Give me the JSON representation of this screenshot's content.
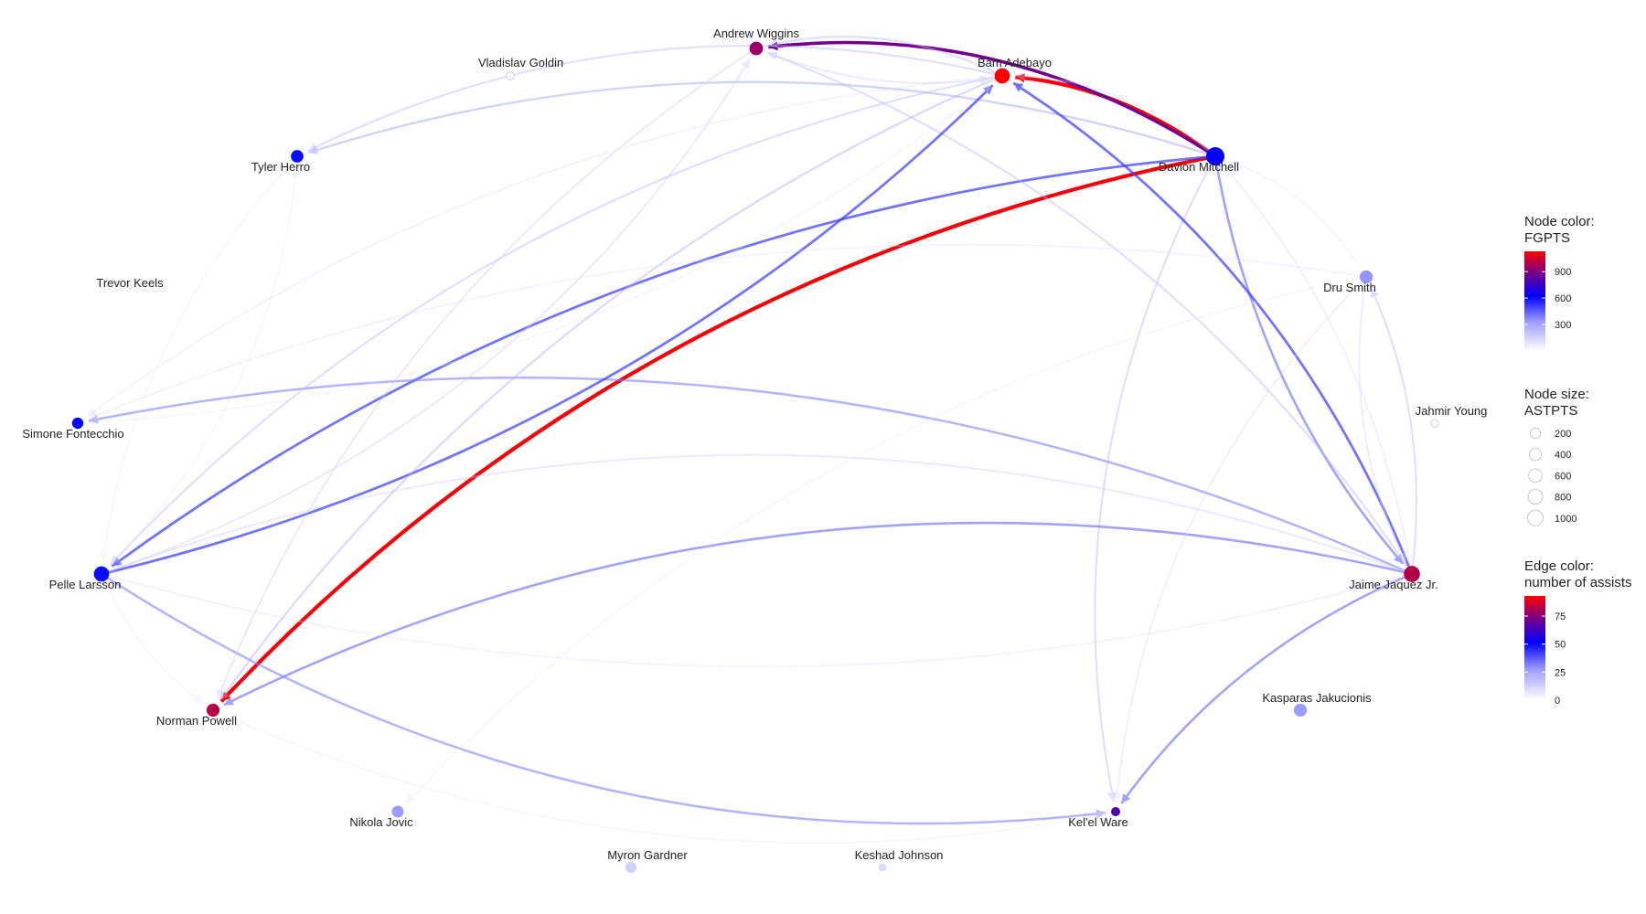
{
  "chart_data": {
    "type": "network",
    "title": "",
    "nodes": [
      {
        "name": "Andrew Wiggins",
        "fgpts": 950,
        "astpts": 500
      },
      {
        "name": "Vladislav Goldin",
        "fgpts": 30,
        "astpts": 100
      },
      {
        "name": "Bam Adebayo",
        "fgpts": 1120,
        "astpts": 700
      },
      {
        "name": "Tyler Herro",
        "fgpts": 600,
        "astpts": 400
      },
      {
        "name": "Davion Mitchell",
        "fgpts": 620,
        "astpts": 1100
      },
      {
        "name": "Trevor Keels",
        "fgpts": 0,
        "astpts": 0
      },
      {
        "name": "Dru Smith",
        "fgpts": 350,
        "astpts": 450
      },
      {
        "name": "Simone Fontecchio",
        "fgpts": 620,
        "astpts": 300
      },
      {
        "name": "Jahmir Young",
        "fgpts": 30,
        "astpts": 100
      },
      {
        "name": "Pelle Larsson",
        "fgpts": 600,
        "astpts": 700
      },
      {
        "name": "Jaime Jaquez Jr.",
        "fgpts": 1000,
        "astpts": 800
      },
      {
        "name": "Norman Powell",
        "fgpts": 1000,
        "astpts": 450
      },
      {
        "name": "Kasparas Jakucionis",
        "fgpts": 330,
        "astpts": 450
      },
      {
        "name": "Nikola Jovic",
        "fgpts": 330,
        "astpts": 350
      },
      {
        "name": "Kel'el Ware",
        "fgpts": 800,
        "astpts": 150
      },
      {
        "name": "Myron Gardner",
        "fgpts": 150,
        "astpts": 300
      },
      {
        "name": "Keshad Johnson",
        "fgpts": 120,
        "astpts": 100
      }
    ],
    "edges": [
      {
        "from": "Davion Mitchell",
        "to": "Bam Adebayo",
        "assists": 92
      },
      {
        "from": "Davion Mitchell",
        "to": "Norman Powell",
        "assists": 92
      },
      {
        "from": "Davion Mitchell",
        "to": "Andrew Wiggins",
        "assists": 72
      },
      {
        "from": "Davion Mitchell",
        "to": "Pelle Larsson",
        "assists": 42
      },
      {
        "from": "Davion Mitchell",
        "to": "Tyler Herro",
        "assists": 25
      },
      {
        "from": "Davion Mitchell",
        "to": "Kel'el Ware",
        "assists": 20
      },
      {
        "from": "Davion Mitchell",
        "to": "Jaime Jaquez Jr.",
        "assists": 35
      },
      {
        "from": "Jaime Jaquez Jr.",
        "to": "Bam Adebayo",
        "assists": 42
      },
      {
        "from": "Jaime Jaquez Jr.",
        "to": "Norman Powell",
        "assists": 35
      },
      {
        "from": "Jaime Jaquez Jr.",
        "to": "Kel'el Ware",
        "assists": 35
      },
      {
        "from": "Jaime Jaquez Jr.",
        "to": "Simone Fontecchio",
        "assists": 32
      },
      {
        "from": "Jaime Jaquez Jr.",
        "to": "Pelle Larsson",
        "assists": 15
      },
      {
        "from": "Pelle Larsson",
        "to": "Jaime Jaquez Jr.",
        "assists": 10
      },
      {
        "from": "Jaime Jaquez Jr.",
        "to": "Andrew Wiggins",
        "assists": 20
      },
      {
        "from": "Pelle Larsson",
        "to": "Kel'el Ware",
        "assists": 32
      },
      {
        "from": "Pelle Larsson",
        "to": "Bam Adebayo",
        "assists": 42
      },
      {
        "from": "Bam Adebayo",
        "to": "Pelle Larsson",
        "assists": 20
      },
      {
        "from": "Pelle Larsson",
        "to": "Andrew Wiggins",
        "assists": 15
      },
      {
        "from": "Bam Adebayo",
        "to": "Norman Powell",
        "assists": 22
      },
      {
        "from": "Andrew Wiggins",
        "to": "Norman Powell",
        "assists": 15
      },
      {
        "from": "Bam Adebayo",
        "to": "Tyler Herro",
        "assists": 20
      },
      {
        "from": "Bam Adebayo",
        "to": "Simone Fontecchio",
        "assists": 10
      },
      {
        "from": "Tyler Herro",
        "to": "Pelle Larsson",
        "assists": 8
      },
      {
        "from": "Pelle Larsson",
        "to": "Tyler Herro",
        "assists": 8
      },
      {
        "from": "Dru Smith",
        "to": "Simone Fontecchio",
        "assists": 10
      },
      {
        "from": "Dru Smith",
        "to": "Nikola Jovic",
        "assists": 8
      },
      {
        "from": "Dru Smith",
        "to": "Kel'el Ware",
        "assists": 12
      },
      {
        "from": "Jaime Jaquez Jr.",
        "to": "Dru Smith",
        "assists": 20
      },
      {
        "from": "Dru Smith",
        "to": "Jaime Jaquez Jr.",
        "assists": 14
      },
      {
        "from": "Dru Smith",
        "to": "Davion Mitchell",
        "assists": 8
      },
      {
        "from": "Pelle Larsson",
        "to": "Norman Powell",
        "assists": 8
      },
      {
        "from": "Norman Powell",
        "to": "Kel'el Ware",
        "assists": 8
      },
      {
        "from": "Bam Adebayo",
        "to": "Andrew Wiggins",
        "assists": 20
      },
      {
        "from": "Andrew Wiggins",
        "to": "Bam Adebayo",
        "assists": 15
      },
      {
        "from": "Simone Fontecchio",
        "to": "Bam Adebayo",
        "assists": 8
      },
      {
        "from": "Davion Mitchell",
        "to": "Bam Adebayo",
        "assists": 10
      },
      {
        "from": "Jaime Jaquez Jr.",
        "to": "Davion Mitchell",
        "assists": 12
      }
    ],
    "legend": {
      "node_color_title": [
        "Node color:",
        "FGPTS"
      ],
      "node_color_ticks": [
        300,
        600,
        900
      ],
      "node_color_range": [
        0,
        1130
      ],
      "node_size_title": [
        "Node size:",
        "ASTPTS"
      ],
      "node_size_ticks": [
        200,
        400,
        600,
        800,
        1000
      ],
      "edge_color_title": [
        "Edge color:",
        "number of assists"
      ],
      "edge_color_ticks": [
        0,
        25,
        50,
        75
      ],
      "edge_color_range": [
        0,
        93
      ],
      "colors": {
        "low": "#ffffff",
        "mid": "#0000ff",
        "high": "#ff0000"
      }
    }
  }
}
